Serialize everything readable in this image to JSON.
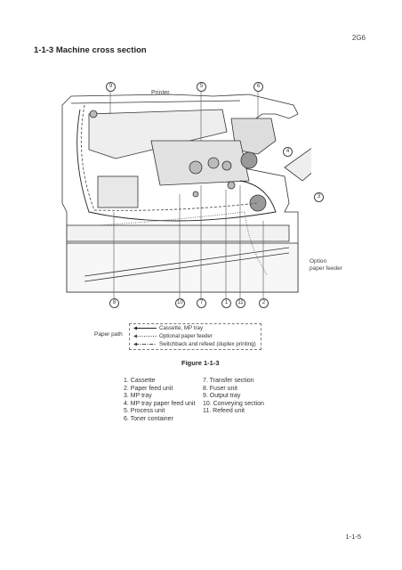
{
  "header": {
    "doc_code": "2G6"
  },
  "section": {
    "title": "1-1-3  Machine cross section"
  },
  "figure": {
    "labels": {
      "printer": "Printer",
      "option_line1": "Option",
      "option_line2": "paper feeder"
    },
    "callouts_top": [
      "9",
      "5",
      "6"
    ],
    "callouts_side": [
      "4",
      "3"
    ],
    "callouts_bottom": [
      "8",
      "10",
      "7",
      "1",
      "11",
      "2"
    ],
    "caption": "Figure 1-1-3"
  },
  "legend": {
    "title": "Paper path",
    "items": [
      "Cassette, MP tray",
      "Optional paper feeder",
      "Switchback and refeed (duplex printing)"
    ]
  },
  "parts": {
    "left": [
      "1. Cassette",
      "2. Paper feed unit",
      "3. MP tray",
      "4. MP tray paper feed unit",
      "5. Process unit",
      "6. Toner container"
    ],
    "right": [
      "7. Transfer section",
      "8. Fuser unit",
      "9. Output tray",
      "10. Conveying section",
      "11. Refeed unit"
    ]
  },
  "footer": {
    "page_number": "1-1-5"
  }
}
